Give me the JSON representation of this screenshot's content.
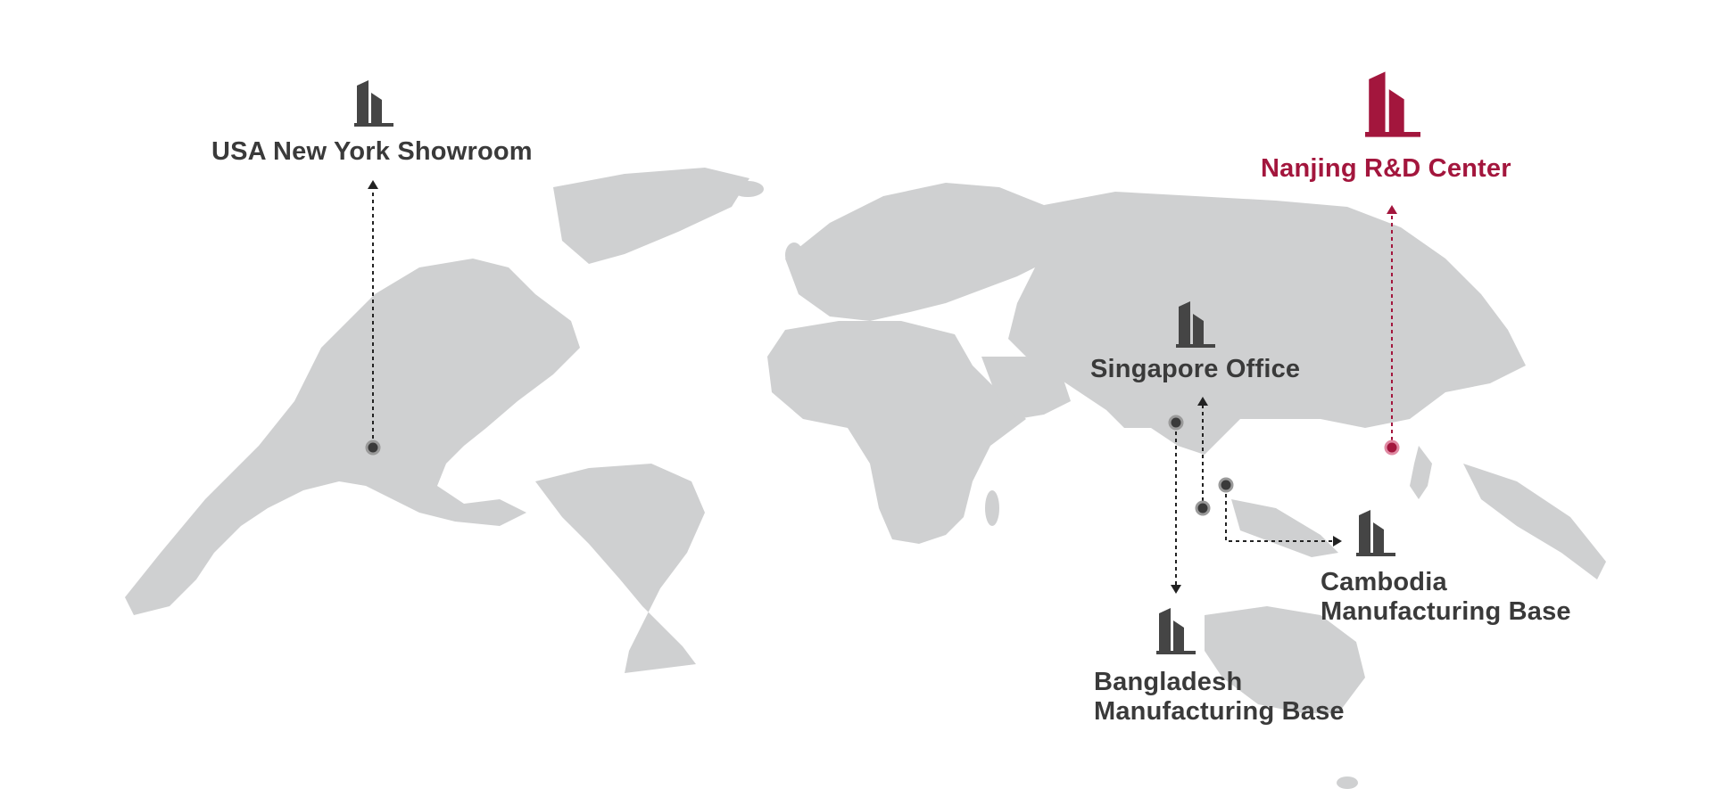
{
  "colors": {
    "land": "#cfd0d1",
    "text": "#3a3a3a",
    "icon": "#454545",
    "accent": "#a3163d",
    "line": "#222222"
  },
  "icons": {
    "office": "building-icon"
  },
  "locations": [
    {
      "id": "usa",
      "name": "USA New York Showroom",
      "highlight": false
    },
    {
      "id": "nanjing",
      "name": "Nanjing R&D Center",
      "highlight": true
    },
    {
      "id": "singapore",
      "name": "Singapore Office",
      "highlight": false
    },
    {
      "id": "cambodia",
      "name": "Cambodia Manufacturing Base",
      "lines": [
        "Cambodia",
        "Manufacturing Base"
      ],
      "highlight": false
    },
    {
      "id": "bangladesh",
      "name": "Bangladesh Manufacturing Base",
      "lines": [
        "Bangladesh",
        "Manufacturing Base"
      ],
      "highlight": false
    }
  ]
}
